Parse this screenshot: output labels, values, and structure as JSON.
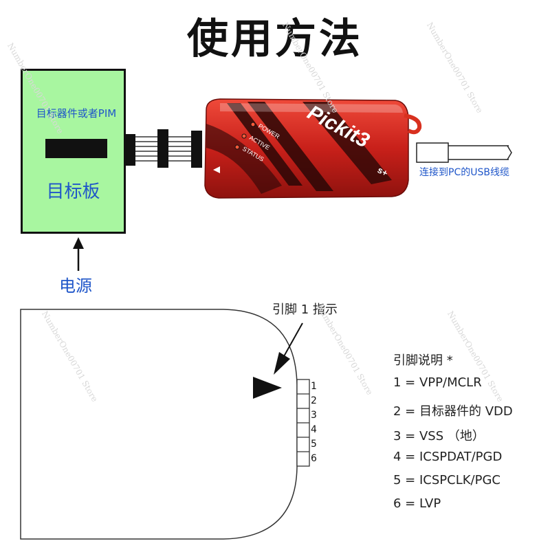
{
  "title": "使用方法",
  "top_diagram": {
    "target_device_label": "目标器件或者PIM",
    "board_label": "目标板",
    "power_label": "电源",
    "usb_label": "连接到PC的USB线缆",
    "device": {
      "brand": "Pickit3",
      "brand_suffix": "s+",
      "leds": [
        "POWER",
        "ACTIVE",
        "STATUS"
      ],
      "accent_color": "#c8201a"
    }
  },
  "bottom_diagram": {
    "pin_indicator_label": "引脚 1 指示",
    "pin_numbers": [
      "1",
      "2",
      "3",
      "4",
      "5",
      "6"
    ],
    "legend_title": "引脚说明 *",
    "legend": [
      "1 = VPP/MCLR",
      "2 = 目标器件的 VDD",
      "3 = VSS （地）",
      "4 = ICSPDAT/PGD",
      "5 = ICSPCLK/PGC",
      "6 = LVP"
    ]
  },
  "watermark": "NumberOne00701 Store",
  "colors": {
    "label_blue": "#1f56c9",
    "board_green": "#a8f6a0"
  }
}
